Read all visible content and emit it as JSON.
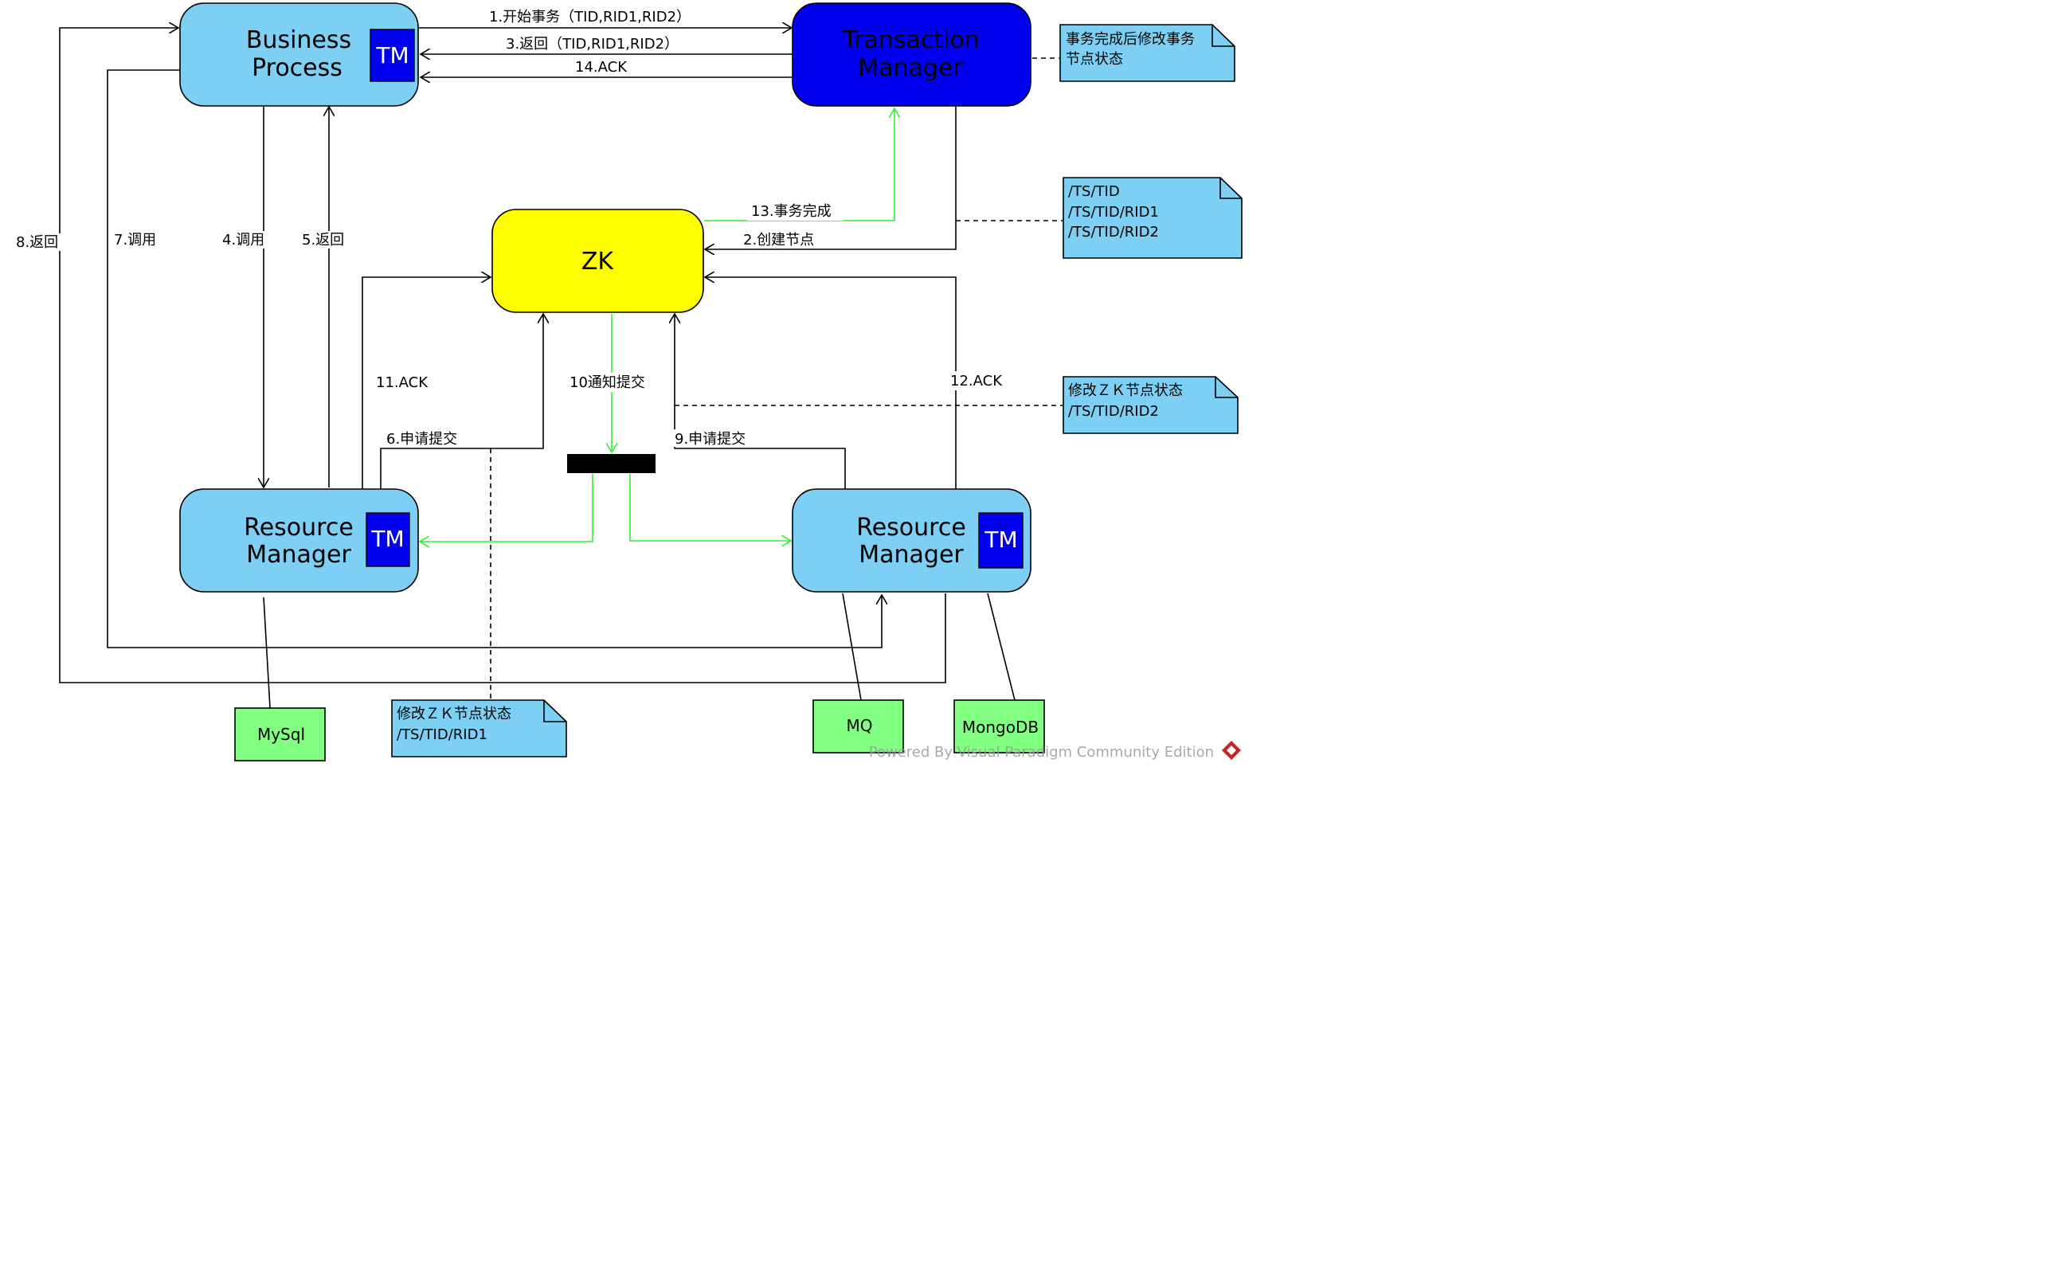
{
  "nodes": {
    "business_process": {
      "line1": "Business",
      "line2": "Process",
      "badge": "TM"
    },
    "transaction_manager": {
      "line1": "Transaction",
      "line2": "Manager"
    },
    "zk": {
      "label": "ZK"
    },
    "rm_left": {
      "line1": "Resource",
      "line2": "Manager",
      "badge": "TM"
    },
    "rm_right": {
      "line1": "Resource",
      "line2": "Manager",
      "badge": "TM"
    },
    "mysql": {
      "label": "MySql"
    },
    "mq": {
      "label": "MQ"
    },
    "mongodb": {
      "label": "MongoDB"
    }
  },
  "edges": {
    "e1": "1.开始事务（TID,RID1,RID2）",
    "e2": "2.创建节点",
    "e3": "3.返回（TID,RID1,RID2）",
    "e4": "4.调用",
    "e5": "5.返回",
    "e6": "6.申请提交",
    "e7": "7.调用",
    "e8": "8.返回",
    "e9": "9.申请提交",
    "e10": "10通知提交",
    "e11": "11.ACK",
    "e12": "12.ACK",
    "e13": "13.事务完成",
    "e14": "14.ACK"
  },
  "notes": {
    "tm_note": [
      "事务完成后修改事务",
      "节点状态"
    ],
    "zk_nodes_note": [
      "/TS/TID",
      "/TS/TID/RID1",
      "/TS/TID/RID2"
    ],
    "rid2_note": [
      "修改ＺＫ节点状态",
      "/TS/TID/RID2"
    ],
    "rid1_note": [
      "修改ＺＫ节点状态",
      "/TS/TID/RID1"
    ]
  },
  "watermark": "Powered By Visual Paradigm Community Edition",
  "colors": {
    "process_box": "#7ecff4",
    "transaction_manager": "#0000ee",
    "zk": "#ffff00",
    "datastore": "#80ff80",
    "note": "#7ecff4",
    "notify_arrow": "#33ee33",
    "tm_badge": "#0000ee"
  }
}
